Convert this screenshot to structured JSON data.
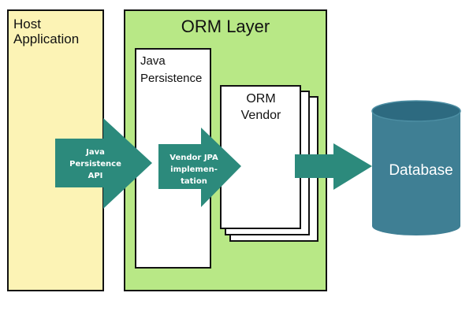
{
  "host": {
    "line1": "Host",
    "line2": "Application"
  },
  "orm_layer": {
    "title": "ORM Layer"
  },
  "java_persistence": {
    "line1": "Java",
    "line2": "Persistence"
  },
  "orm_vendor": {
    "line1": "ORM",
    "line2": "Vendor"
  },
  "arrow_jpa_api": {
    "line1": "Java",
    "line2": "Persistence",
    "line3": "API"
  },
  "arrow_vendor_impl": {
    "line1": "Vendor JPA",
    "line2": "implemen-",
    "line3": "tation"
  },
  "database": {
    "label": "Database"
  },
  "colors": {
    "host_fill": "#fcf3b5",
    "orm_fill": "#b8e886",
    "arrow": "#2c8a7c",
    "database_body": "#3f7f94",
    "database_top": "#2d6a80",
    "border": "#111111"
  }
}
